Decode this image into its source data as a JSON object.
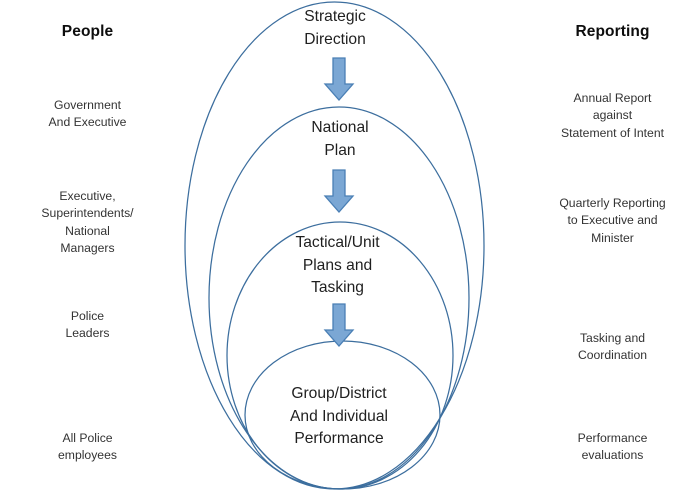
{
  "diagram": {
    "title_left": "People",
    "title_right": "Reporting",
    "left_column": [
      {
        "text": "Government\nAnd Executive"
      },
      {
        "text": "Executive,\nSuperintendents/\nNational\nManagers"
      },
      {
        "text": "Police\nLeaders"
      },
      {
        "text": "All Police\nemployees"
      }
    ],
    "right_column": [
      {
        "text": "Annual Report\nagainst\nStatement of Intent"
      },
      {
        "text": "Quarterly Reporting\nto Executive and\nMinister"
      },
      {
        "text": "Tasking and\nCoordination"
      },
      {
        "text": "Performance\nevaluations"
      }
    ],
    "levels": [
      {
        "label": "Strategic\nDirection"
      },
      {
        "label": "National\nPlan"
      },
      {
        "label": "Tactical/Unit\nPlans and\nTasking"
      },
      {
        "label": "Group/District\nAnd Individual\nPerformance"
      }
    ],
    "arrows": [
      {
        "name": "arrow-strategic-to-national",
        "direction": "down"
      },
      {
        "name": "arrow-national-to-tactical",
        "direction": "down"
      },
      {
        "name": "arrow-tactical-to-performance",
        "direction": "down"
      }
    ],
    "colors": {
      "ellipse_stroke": "#3C6E9E",
      "arrow_fill": "#7BA7D4",
      "arrow_stroke": "#4A7FB5",
      "text": "#1f1f1f",
      "background": "#ffffff"
    }
  }
}
